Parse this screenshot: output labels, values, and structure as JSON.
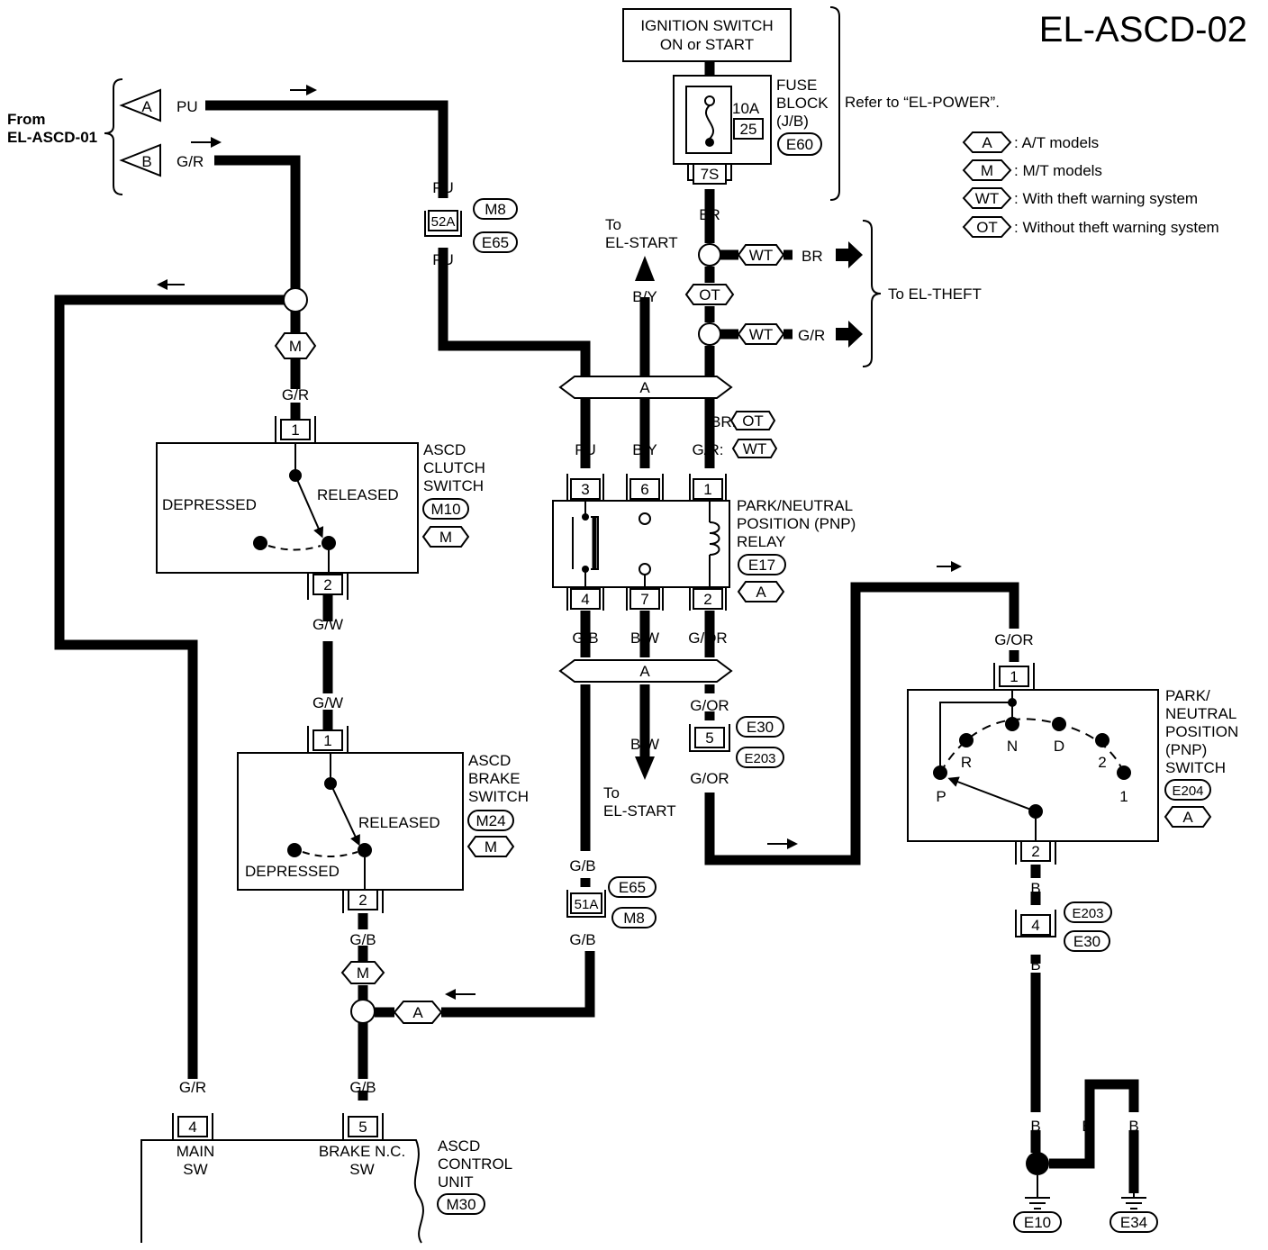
{
  "title": "EL-ASCD-02",
  "source": {
    "from_label": "From",
    "from_ref": "EL-ASCD-01",
    "conn_a": "A",
    "conn_b": "B",
    "wire_a": "PU",
    "wire_b": "G/R"
  },
  "power": {
    "ignition_line1": "IGNITION SWITCH",
    "ignition_line2": "ON or START",
    "fuse_label_line1": "FUSE",
    "fuse_label_line2": "BLOCK",
    "fuse_label_line3": "(J/B)",
    "fuse_rating": "10A",
    "fuse_number": "25",
    "fuse_connector": "E60",
    "fuse_terminal": "7S",
    "refer": "Refer to “EL-POWER”.",
    "wire_br": "BR"
  },
  "legend": [
    {
      "code": "A",
      "text": ": A/T models"
    },
    {
      "code": "M",
      "text": ": M/T models"
    },
    {
      "code": "WT",
      "text": ": With theft warning system"
    },
    {
      "code": "OT",
      "text": ": Without theft warning system"
    }
  ],
  "theft": {
    "to_label": "To EL-THEFT",
    "wt_code": "WT",
    "ot_code": "OT",
    "wire_br": "BR",
    "wire_gr": "G/R"
  },
  "start": {
    "to": "To",
    "ref": "EL-START",
    "wire_by": "B/Y",
    "wire_bw": "B/W"
  },
  "junction_52a": {
    "id": "52A",
    "refs": [
      "M8",
      "E65"
    ],
    "wire_top": "PU",
    "wire_bottom": "PU"
  },
  "junction_51a": {
    "id": "51A",
    "refs": [
      "E65",
      "M8"
    ],
    "wire_top": "G/B",
    "wire_bottom": "G/B"
  },
  "bus_label": "A",
  "clutch_switch": {
    "name_lines": [
      "ASCD",
      "CLUTCH",
      "SWITCH"
    ],
    "connector": "M10",
    "model": "M",
    "state_depressed": "DEPRESSED",
    "state_released": "RELEASED",
    "pin_in": "1",
    "pin_out": "2",
    "wire_in": "G/R",
    "wire_out": "G/W",
    "model_tag": "M"
  },
  "brake_switch": {
    "name_lines": [
      "ASCD",
      "BRAKE",
      "SWITCH"
    ],
    "connector": "M24",
    "model": "M",
    "state_depressed": "DEPRESSED",
    "state_released": "RELEASED",
    "pin_in": "1",
    "pin_out": "2",
    "wire_in": "G/W",
    "wire_out": "G/B",
    "model_tag": "M",
    "a_tag": "A"
  },
  "pnp_relay": {
    "name_lines": [
      "PARK/NEUTRAL",
      "POSITION (PNP)",
      "RELAY"
    ],
    "connector": "E17",
    "model": "A",
    "pins_top": [
      "3",
      "6",
      "1"
    ],
    "pins_bottom": [
      "4",
      "7",
      "2"
    ],
    "wires_top": [
      "PU",
      "B/Y",
      "G/R:"
    ],
    "wires_bottom": [
      "G/B",
      "B/W",
      "G/OR"
    ],
    "br_ot": "BR:",
    "ot": "OT",
    "wt": "WT"
  },
  "junction_5": {
    "pin": "5",
    "refs": [
      "E30",
      "E203"
    ],
    "wire": "G/OR"
  },
  "pnp_switch": {
    "name_lines": [
      "PARK/",
      "NEUTRAL",
      "POSITION",
      "(PNP)",
      "SWITCH"
    ],
    "connector": "E204",
    "model": "A",
    "pin_in": "1",
    "pin_out": "2",
    "wire_in": "G/OR",
    "positions": [
      "P",
      "R",
      "N",
      "D",
      "2",
      "1"
    ]
  },
  "ground": {
    "pin": "4",
    "refs": [
      "E203",
      "E30"
    ],
    "wire": "B",
    "grounds": [
      "E10",
      "E34"
    ]
  },
  "control_unit": {
    "name_lines": [
      "ASCD",
      "CONTROL",
      "UNIT"
    ],
    "connector": "M30",
    "pin_main": "4",
    "pin_brake": "5",
    "label_main_1": "MAIN",
    "label_main_2": "SW",
    "label_brake_1": "BRAKE N.C.",
    "label_brake_2": "SW",
    "wire_main": "G/R",
    "wire_brake": "G/B"
  }
}
